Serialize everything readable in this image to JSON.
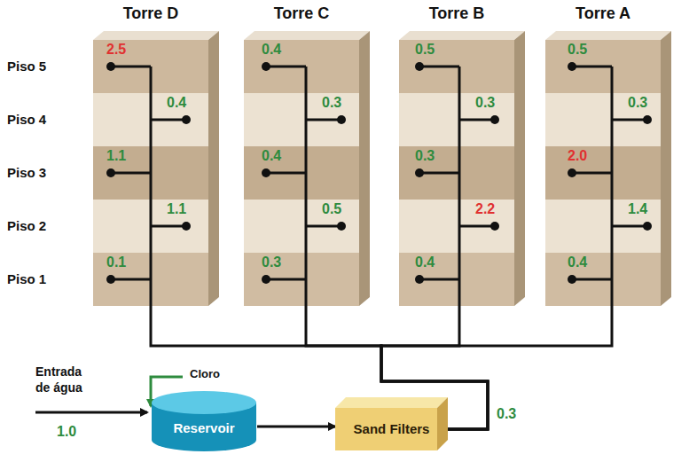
{
  "diagram": {
    "nodes": [
      {
        "text": [
          "Torre D"
        ]
      },
      {
        "text": [
          "Torre C"
        ]
      },
      {
        "text": [
          "Torre B"
        ]
      },
      {
        "text": [
          "Torre A"
        ]
      },
      {
        "text": [
          "Reservoir"
        ]
      },
      {
        "text": [
          "Sand Filters"
        ]
      }
    ],
    "edges": [
      {
        "from": 4,
        "to": 5,
        "arrow": "to"
      },
      {
        "from": 5,
        "to": 0,
        "arrow": "none"
      },
      {
        "from": 5,
        "to": 1,
        "arrow": "none"
      },
      {
        "from": 5,
        "to": 2,
        "arrow": "none"
      },
      {
        "from": 5,
        "to": 3,
        "arrow": "none"
      }
    ],
    "labels": [
      "Piso 5",
      "Piso 4",
      "Piso 3",
      "Piso 2",
      "Piso 1",
      "2.5",
      "0.4",
      "1.1",
      "1.1",
      "0.1",
      "0.4",
      "0.3",
      "0.4",
      "0.5",
      "0.3",
      "0.5",
      "0.3",
      "0.3",
      "2.2",
      "0.4",
      "0.5",
      "0.3",
      "2.0",
      "1.4",
      "0.4",
      "Entrada de água",
      "Cloro",
      "1.0",
      "0.3"
    ]
  }
}
